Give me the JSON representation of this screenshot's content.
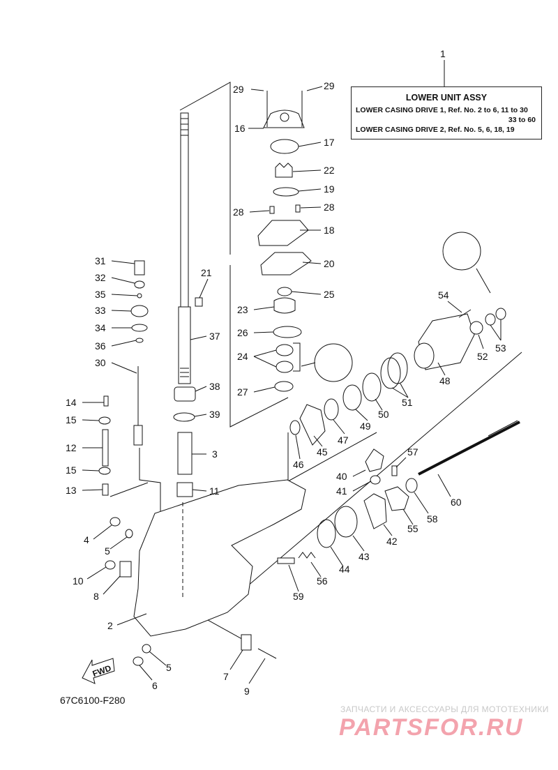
{
  "header_ref": "1",
  "info_box": {
    "title": "LOWER UNIT ASSY",
    "line1": "LOWER CASING DRIVE 1,  Ref. No. 2 to 6, 11 to 30",
    "line2": "33 to 60",
    "line3": "LOWER CASING DRIVE 2,  Ref. No. 5, 6, 18, 19"
  },
  "diagram_code": "67C6100-F280",
  "fwd_label": "FWD",
  "watermark": {
    "tagline": "ЗАПЧАСТИ И АКСЕССУАРЫ ДЛЯ МОТОТЕХНИКИ",
    "logo": "PARTSFOR.RU"
  },
  "callouts": [
    "29",
    "29",
    "16",
    "17",
    "22",
    "19",
    "28",
    "28",
    "18",
    "20",
    "25",
    "23",
    "26",
    "24",
    "27",
    "21",
    "37",
    "38",
    "39",
    "3",
    "11",
    "31",
    "32",
    "35",
    "33",
    "34",
    "36",
    "30",
    "14",
    "15",
    "12",
    "15",
    "13",
    "4",
    "5",
    "10",
    "8",
    "2",
    "5",
    "6",
    "7",
    "9",
    "54",
    "52",
    "53",
    "48",
    "51",
    "50",
    "49",
    "47",
    "45",
    "46",
    "57",
    "40",
    "41",
    "60",
    "58",
    "55",
    "42",
    "43",
    "44",
    "56",
    "59"
  ]
}
